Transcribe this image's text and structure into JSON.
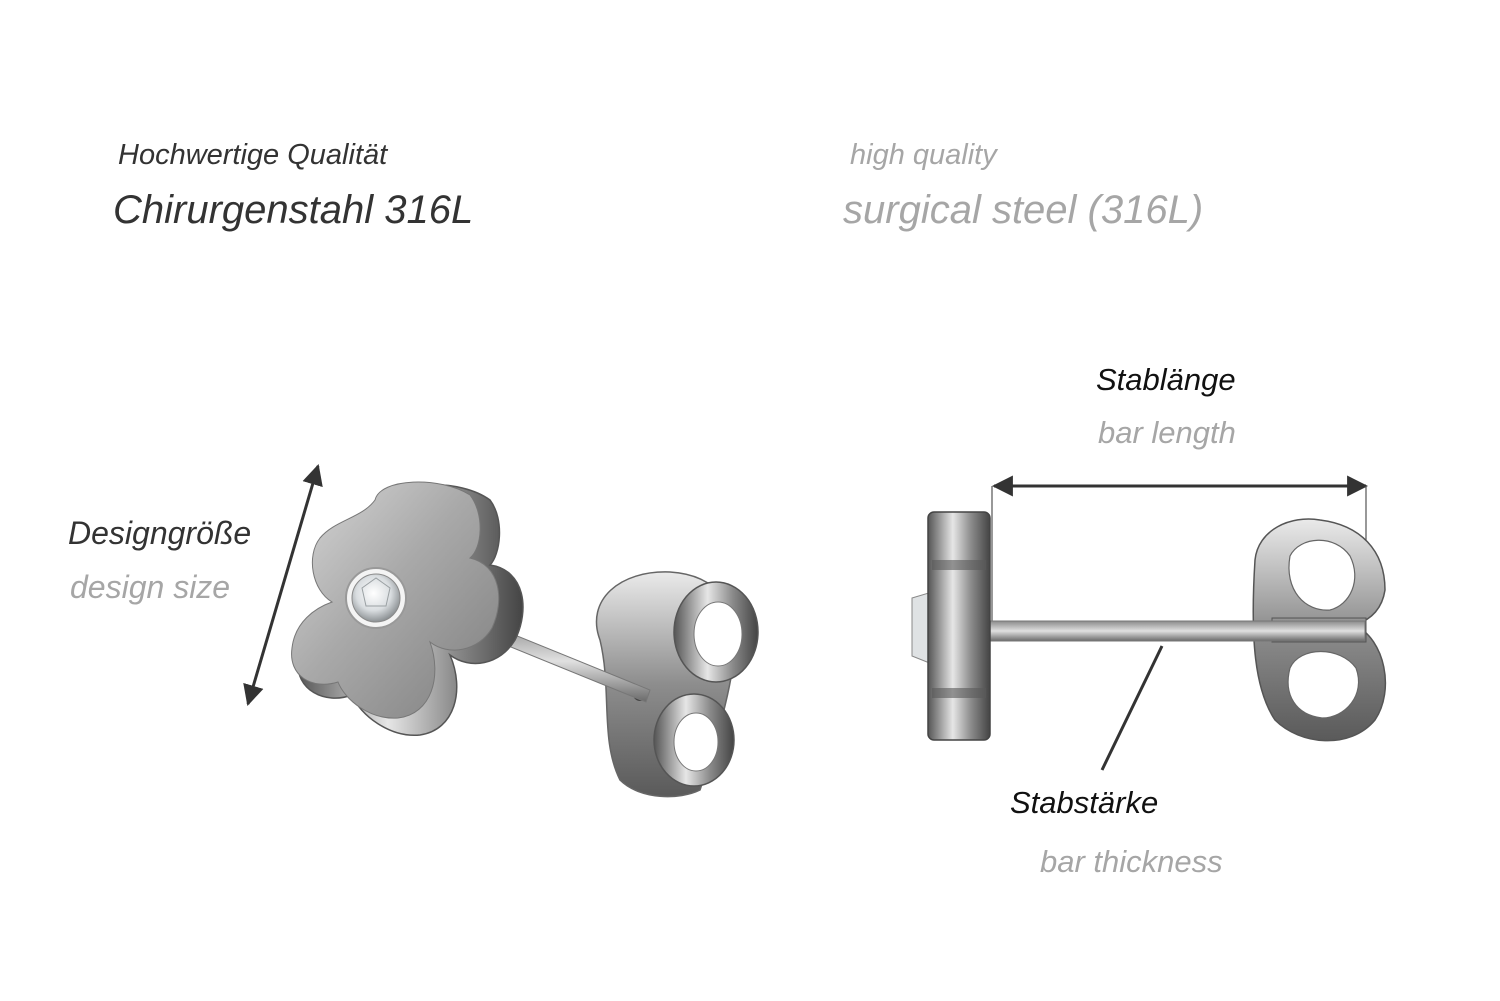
{
  "header": {
    "de_line1": "Hochwertige Qualität",
    "de_line2": "Chirurgenstahl 316L",
    "en_line1": "high quality",
    "en_line2": "surgical steel (316L)"
  },
  "labels": {
    "design_size_de": "Designgröße",
    "design_size_en": "design size",
    "bar_length_de": "Stablänge",
    "bar_length_en": "bar length",
    "bar_thickness_de": "Stabstärke",
    "bar_thickness_en": "bar thickness"
  },
  "colors": {
    "dark_text": "#333333",
    "light_text": "#a6a6a6",
    "steel": "#9a9a9a"
  }
}
